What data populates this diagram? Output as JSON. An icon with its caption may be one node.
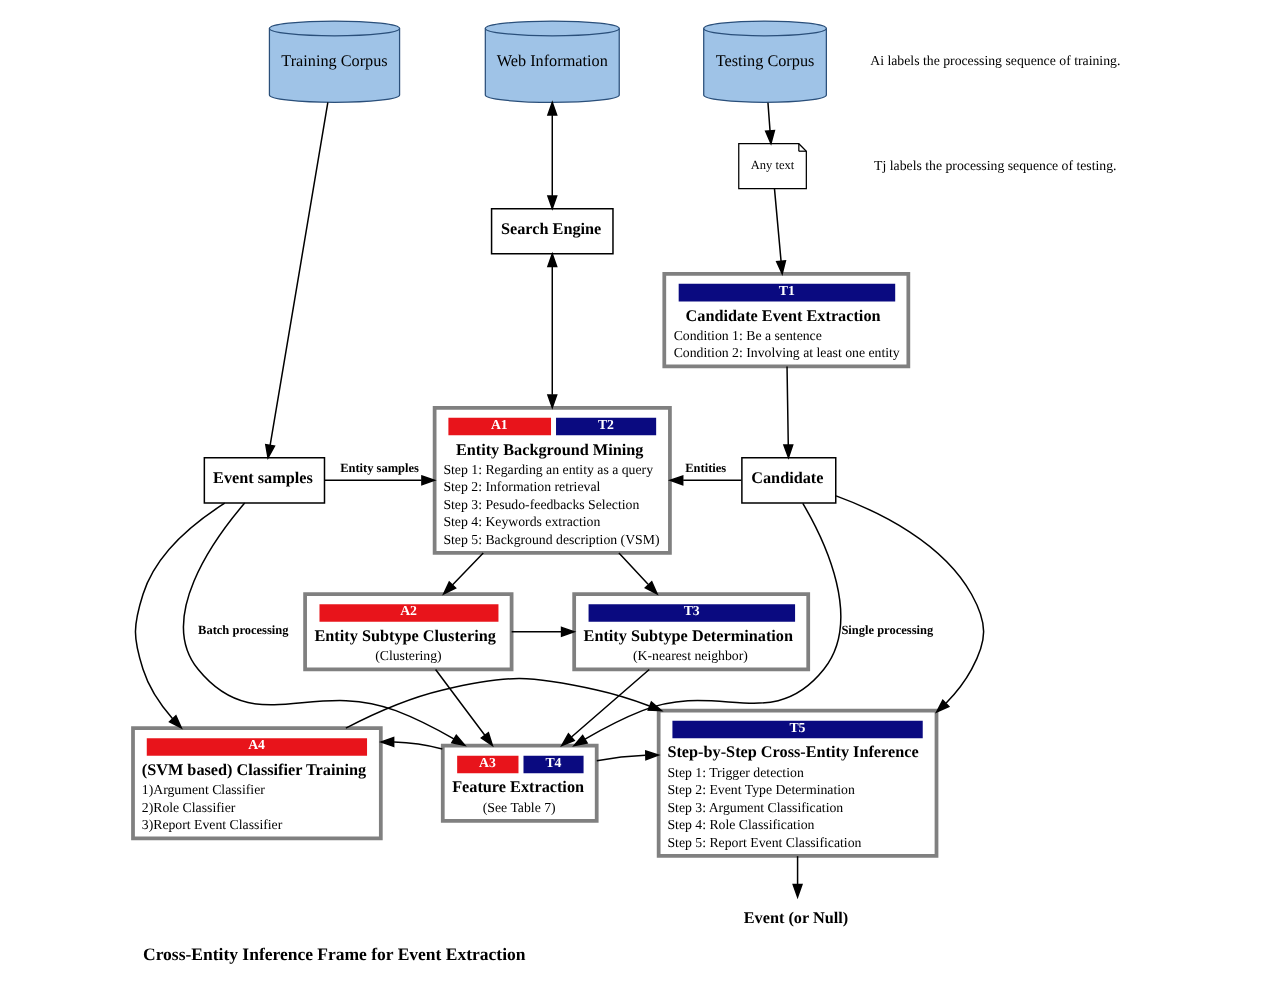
{
  "diagram": {
    "caption": "Cross-Entity Inference Frame for Event Extraction",
    "nodes": [
      {
        "text": [
          "Training Corpus"
        ]
      },
      {
        "text": [
          "Web Information"
        ]
      },
      {
        "text": [
          "Testing Corpus"
        ]
      },
      {
        "text": [
          "Any text"
        ]
      },
      {
        "text": [
          "Search Engine"
        ]
      },
      {
        "text": [
          "T1",
          "Candidate Event Extraction",
          "Condition 1: Be a sentence",
          "Condition 2: Involving at least one entity"
        ]
      },
      {
        "text": [
          "Event samples"
        ]
      },
      {
        "text": [
          "A1",
          "T2",
          "Entity Background Mining",
          "Step 1: Regarding an entity as a query",
          "Step 2: Information retrieval",
          "Step 3: Pesudo-feedbacks Selection",
          "Step 4: Keywords extraction",
          "Step 5: Background description (VSM)"
        ]
      },
      {
        "text": [
          "Candidate"
        ]
      },
      {
        "text": [
          "A2",
          "Entity Subtype Clustering",
          "(Clustering)"
        ]
      },
      {
        "text": [
          "T3",
          "Entity Subtype Determination",
          "(K-nearest neighbor)"
        ]
      },
      {
        "text": [
          "A4",
          "(SVM based) Classifier Training",
          "1)Argument Classifier",
          "2)Role Classifier",
          "3)Report Event Classifier"
        ]
      },
      {
        "text": [
          "A3",
          "T4",
          "Feature Extraction",
          "(See Table 7)"
        ]
      },
      {
        "text": [
          "T5",
          "Step-by-Step Cross-Entity Inference",
          "Step 1: Trigger detection",
          "Step 2: Event Type Determination",
          "Step 3: Argument Classification",
          "Step 4: Role Classification",
          "Step 5: Report Event Classification"
        ]
      },
      {
        "text": [
          "Event (or Null)"
        ]
      }
    ],
    "edges": [
      {
        "from": 0,
        "to": 6,
        "arrow": "to"
      },
      {
        "from": 1,
        "to": 4,
        "arrow": "both"
      },
      {
        "from": 4,
        "to": 7,
        "arrow": "both"
      },
      {
        "from": 2,
        "to": 3,
        "arrow": "to"
      },
      {
        "from": 3,
        "to": 5,
        "arrow": "to"
      },
      {
        "from": 5,
        "to": 8,
        "arrow": "to"
      },
      {
        "from": 6,
        "to": 7,
        "arrow": "to",
        "label": "Entity samples"
      },
      {
        "from": 6,
        "to": 12,
        "arrow": "to",
        "label": "Batch processing"
      },
      {
        "from": 6,
        "to": 11,
        "arrow": "to"
      },
      {
        "from": 8,
        "to": 7,
        "arrow": "to",
        "label": "Entities"
      },
      {
        "from": 8,
        "to": 13,
        "arrow": "to"
      },
      {
        "from": 8,
        "to": 12,
        "arrow": "to",
        "label": "Single processing"
      },
      {
        "from": 7,
        "to": 9,
        "arrow": "to"
      },
      {
        "from": 7,
        "to": 10,
        "arrow": "to"
      },
      {
        "from": 9,
        "to": 10,
        "arrow": "to"
      },
      {
        "from": 9,
        "to": 12,
        "arrow": "to"
      },
      {
        "from": 10,
        "to": 12,
        "arrow": "to"
      },
      {
        "from": 12,
        "to": 11,
        "arrow": "to"
      },
      {
        "from": 12,
        "to": 13,
        "arrow": "to"
      },
      {
        "from": 11,
        "to": 13,
        "arrow": "to"
      },
      {
        "from": 13,
        "to": 14,
        "arrow": "to"
      }
    ],
    "labels": [
      "Ai labels the processing sequence of training.",
      "Tj labels the processing sequence of testing."
    ]
  }
}
